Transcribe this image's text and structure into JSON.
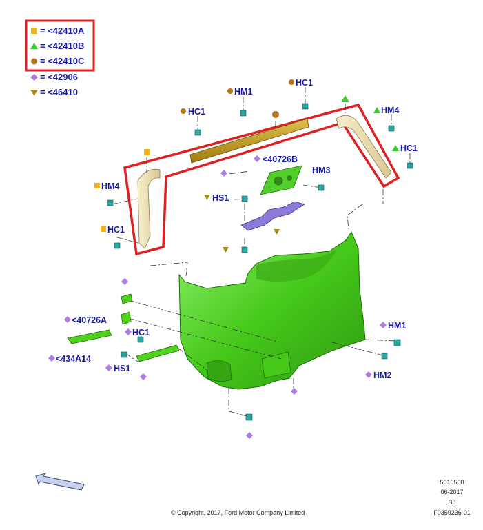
{
  "legend": {
    "boxed": [
      {
        "symbol": "square",
        "color": "#f5b31b",
        "text": "= <42410A"
      },
      {
        "symbol": "triangle",
        "color": "#33cc33",
        "text": "= <42410B"
      },
      {
        "symbol": "circle",
        "color": "#b8741a",
        "text": "= <42410C"
      }
    ],
    "extra": [
      {
        "symbol": "diamond",
        "color": "#b07de0",
        "text": "= <42906"
      },
      {
        "symbol": "triangle-down",
        "color": "#a68a1e",
        "text": "= <46410"
      }
    ],
    "box_color": "#e02020"
  },
  "callouts": {
    "hm1_top": "HM1",
    "hc1_topright": "HC1",
    "hc1_topleft": "HC1",
    "hm4_right": "HM4",
    "hc1_right": "HC1",
    "p40726b": "<40726B",
    "hm3": "HM3",
    "hm4_left": "HM4",
    "hs1_mid": "HS1",
    "hc1_left": "HC1",
    "p40726a": "<40726A",
    "hc1_lower": "HC1",
    "p434a14": "<434A14",
    "hs1_lower": "HS1",
    "hm1_lower": "HM1",
    "hm2": "HM2"
  },
  "footer": {
    "copyright": "© Copyright, 2017, Ford Motor Company Limited",
    "code1": "5010550",
    "date": "06-2017",
    "code2": "B8",
    "code3": "F0359236-01"
  },
  "colors": {
    "panel_green": "#4fd31c",
    "trim_beige": "#eadfb4",
    "bar_gold": "#c8a020",
    "part_purple": "#8c7ad6",
    "highlight_red": "#e02020",
    "callout_blue": "#1a1aa8"
  }
}
